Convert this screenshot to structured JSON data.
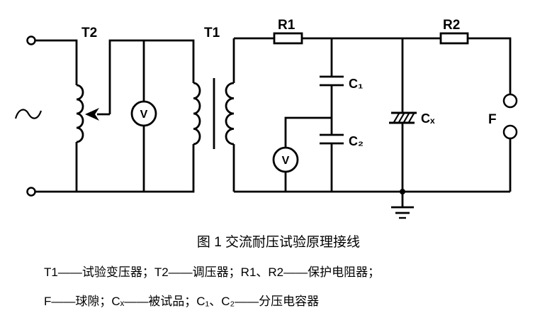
{
  "diagram": {
    "labels": {
      "t2": "T2",
      "t1": "T1",
      "r1": "R1",
      "r2": "R2",
      "c1": "C₁",
      "c2": "C₂",
      "cx": "Cₓ",
      "f": "F",
      "voltmeter_input": "V",
      "voltmeter_divider": "V"
    },
    "icons": {
      "ac_source": "sine-wave",
      "ground": "earth-ground",
      "sphere_gap": "two-circles",
      "test_object": "hatched-capacitor"
    }
  },
  "caption": {
    "title": "图 1 交流耐压试验原理接线",
    "legend_line1": "T1——试验变压器；T2——调压器；R1、R2——保护电阻器；",
    "legend_line2": "F——球隙；Cₓ——被试品；C₁、C₂——分压电容器"
  },
  "colors": {
    "stroke": "#000000",
    "background": "#ffffff"
  }
}
